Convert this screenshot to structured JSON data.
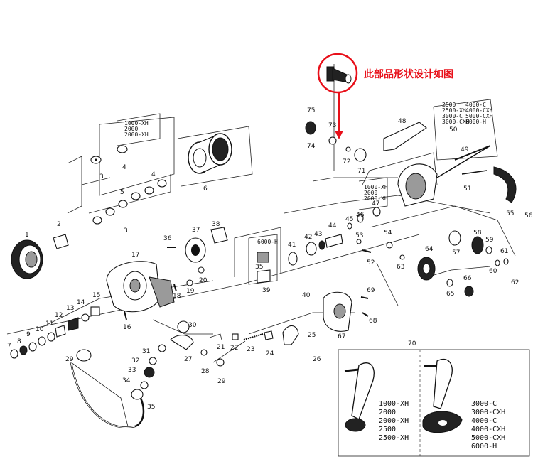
{
  "annotation": {
    "text": "此部品形状设计如图"
  },
  "callouts": [
    {
      "id": "c1",
      "text": "1"
    },
    {
      "id": "c2",
      "text": "2"
    },
    {
      "id": "c3a",
      "text": "3"
    },
    {
      "id": "c3b",
      "text": "3"
    },
    {
      "id": "c4a",
      "text": "4"
    },
    {
      "id": "c4b",
      "text": "4"
    },
    {
      "id": "c5",
      "text": "5"
    },
    {
      "id": "c6",
      "text": "6"
    },
    {
      "id": "c7",
      "text": "7"
    },
    {
      "id": "c8",
      "text": "8"
    },
    {
      "id": "c9",
      "text": "9"
    },
    {
      "id": "c10",
      "text": "10"
    },
    {
      "id": "c11",
      "text": "11"
    },
    {
      "id": "c12",
      "text": "12"
    },
    {
      "id": "c13",
      "text": "13"
    },
    {
      "id": "c14",
      "text": "14"
    },
    {
      "id": "c15",
      "text": "15"
    },
    {
      "id": "c16",
      "text": "16"
    },
    {
      "id": "c17",
      "text": "17"
    },
    {
      "id": "c18",
      "text": "18"
    },
    {
      "id": "c19",
      "text": "19"
    },
    {
      "id": "c20",
      "text": "20"
    },
    {
      "id": "c21",
      "text": "21"
    },
    {
      "id": "c22",
      "text": "22"
    },
    {
      "id": "c23",
      "text": "23"
    },
    {
      "id": "c24",
      "text": "24"
    },
    {
      "id": "c25",
      "text": "25"
    },
    {
      "id": "c26",
      "text": "26"
    },
    {
      "id": "c27",
      "text": "27"
    },
    {
      "id": "c28",
      "text": "28"
    },
    {
      "id": "c29a",
      "text": "29"
    },
    {
      "id": "c29b",
      "text": "29"
    },
    {
      "id": "c30",
      "text": "30"
    },
    {
      "id": "c31",
      "text": "31"
    },
    {
      "id": "c32",
      "text": "32"
    },
    {
      "id": "c33",
      "text": "33"
    },
    {
      "id": "c34",
      "text": "34"
    },
    {
      "id": "c35",
      "text": "35"
    },
    {
      "id": "c36",
      "text": "36"
    },
    {
      "id": "c37",
      "text": "37"
    },
    {
      "id": "c38",
      "text": "38"
    },
    {
      "id": "c39",
      "text": "39"
    },
    {
      "id": "c35b",
      "text": "35"
    },
    {
      "id": "c40",
      "text": "40"
    },
    {
      "id": "c41",
      "text": "41"
    },
    {
      "id": "c42",
      "text": "42"
    },
    {
      "id": "c43",
      "text": "43"
    },
    {
      "id": "c44",
      "text": "44"
    },
    {
      "id": "c45",
      "text": "45"
    },
    {
      "id": "c46",
      "text": "46"
    },
    {
      "id": "c47",
      "text": "47"
    },
    {
      "id": "c48",
      "text": "48"
    },
    {
      "id": "c49",
      "text": "49"
    },
    {
      "id": "c50",
      "text": "50"
    },
    {
      "id": "c51",
      "text": "51"
    },
    {
      "id": "c52",
      "text": "52"
    },
    {
      "id": "c53",
      "text": "53"
    },
    {
      "id": "c54",
      "text": "54"
    },
    {
      "id": "c55",
      "text": "55"
    },
    {
      "id": "c56",
      "text": "56"
    },
    {
      "id": "c57",
      "text": "57"
    },
    {
      "id": "c58",
      "text": "58"
    },
    {
      "id": "c59",
      "text": "59"
    },
    {
      "id": "c60",
      "text": "60"
    },
    {
      "id": "c61",
      "text": "61"
    },
    {
      "id": "c62",
      "text": "62"
    },
    {
      "id": "c63",
      "text": "63"
    },
    {
      "id": "c64",
      "text": "64"
    },
    {
      "id": "c65",
      "text": "65"
    },
    {
      "id": "c66",
      "text": "66"
    },
    {
      "id": "c67",
      "text": "67"
    },
    {
      "id": "c68",
      "text": "68"
    },
    {
      "id": "c69",
      "text": "69"
    },
    {
      "id": "c70",
      "text": "70"
    },
    {
      "id": "c71",
      "text": "71"
    },
    {
      "id": "c72",
      "text": "72"
    },
    {
      "id": "c73",
      "text": "73"
    },
    {
      "id": "c74",
      "text": "74"
    },
    {
      "id": "c75",
      "text": "75"
    }
  ],
  "model_groups": {
    "spool_top": [
      "1000-XH",
      "2000",
      "2000-XH"
    ],
    "rotor": [
      "2500",
      "2500-XH",
      "3000-C",
      "3000-CXH",
      "4000-C",
      "4000-CXH",
      "5000-CXH",
      "6000-H"
    ],
    "gear_mid": [
      "1000-XH",
      "2000",
      "2000-XH"
    ],
    "shaft_small": [
      "6000-H"
    ],
    "handle_left": [
      "1000-XH",
      "2000",
      "2000-XH",
      "2500",
      "2500-XH"
    ],
    "handle_right": [
      "3000-C",
      "3000-CXH",
      "4000-C",
      "4000-CXH",
      "5000-CXH",
      "6000-H"
    ]
  }
}
